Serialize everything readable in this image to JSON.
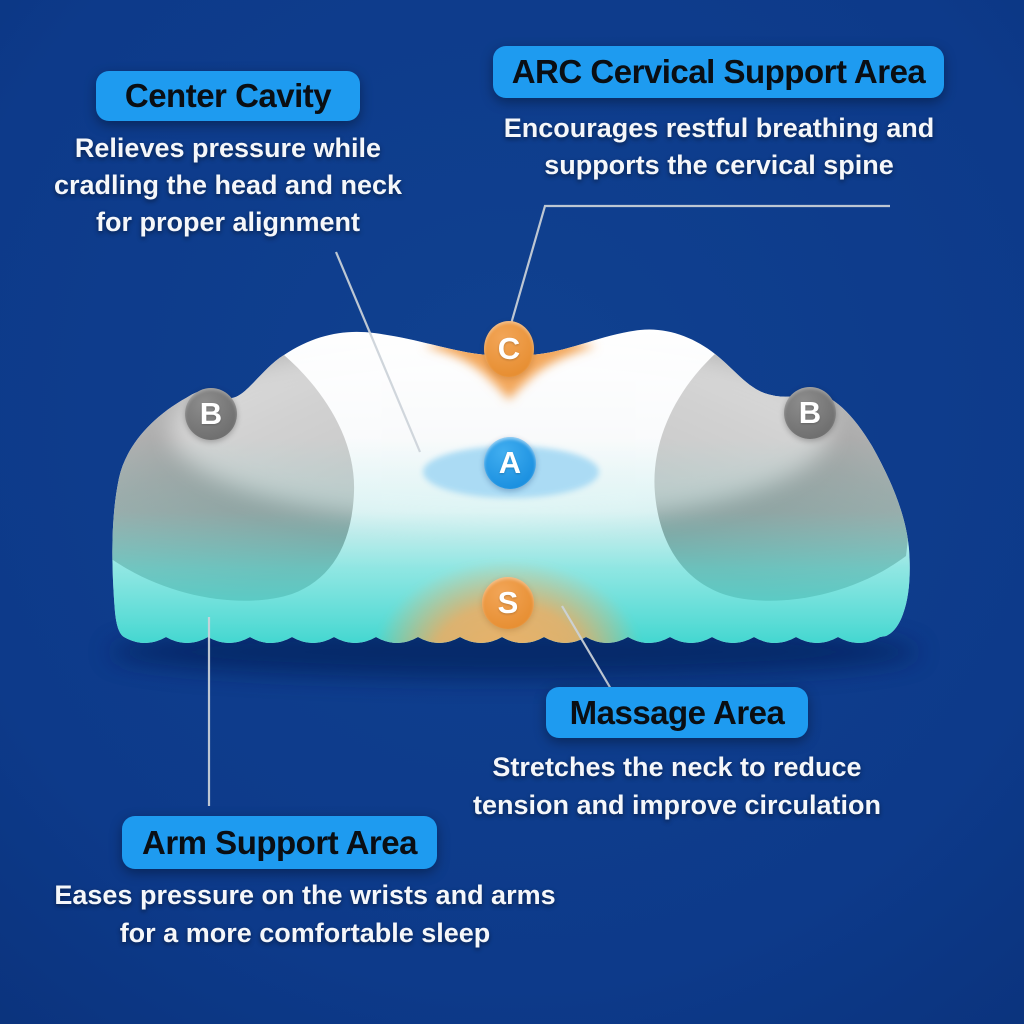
{
  "colors": {
    "background": "#0d3a8a",
    "label_pill": "#1e9bf0",
    "label_text": "#0a0e13",
    "description_text": "#f5f7fa",
    "badge_blue": "#2196e3",
    "badge_orange": "#ed9440",
    "badge_grey": "#7b7b7b",
    "pillow_white": "#f4f6f8",
    "pillow_teal": "#49ded6",
    "pillow_grey_wing": "#9e9e9e",
    "cavity_highlight": "#a8daf4",
    "massage_glow": "#f4b470",
    "connector_line": "#ccd2d9"
  },
  "illustration": {
    "badges": {
      "a": "A",
      "b_left": "B",
      "b_right": "B",
      "c": "C",
      "s": "S"
    }
  },
  "callouts": {
    "center_cavity": {
      "label": "Center Cavity",
      "lines": [
        "Relieves pressure while",
        "cradling the head and neck",
        "for proper alignment"
      ]
    },
    "arc_cervical_support": {
      "label": "ARC Cervical Support Area",
      "lines": [
        "Encourages restful breathing and",
        "supports the cervical spine"
      ]
    },
    "massage": {
      "label": "Massage Area",
      "lines": [
        "Stretches the neck to reduce",
        "tension and improve circulation"
      ]
    },
    "arm_support": {
      "label": "Arm Support Area",
      "lines": [
        "Eases pressure on the wrists and arms",
        "for a more comfortable sleep"
      ]
    }
  }
}
